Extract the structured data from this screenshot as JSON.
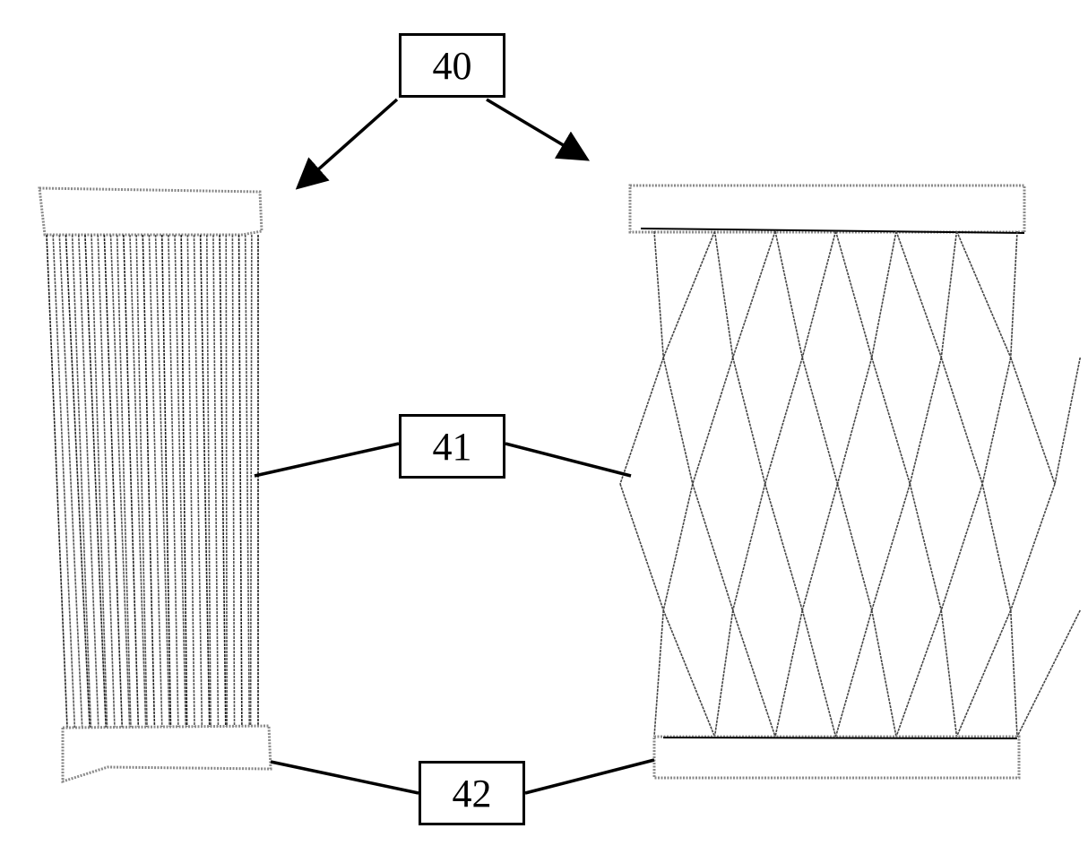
{
  "labels": {
    "reference_40": "40",
    "reference_41": "41",
    "reference_42": "42"
  },
  "colors": {
    "ink": "#000000",
    "hatch": "#9a9a9a",
    "background": "#ffffff"
  }
}
